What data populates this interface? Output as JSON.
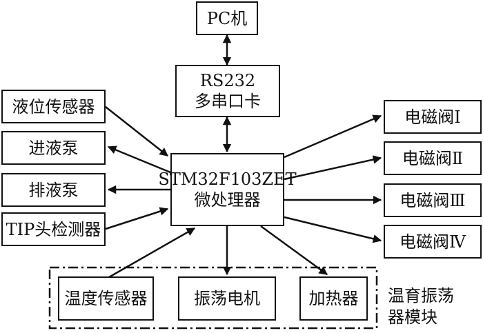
{
  "nodes": {
    "pc": "PC机",
    "rs232": [
      "RS232",
      "多串口卡"
    ],
    "mcu": [
      "STM32F103ZET",
      "微处理器"
    ],
    "level_sensor": "液位传感器",
    "inlet_pump": "进液泵",
    "drain_pump": "排液泵",
    "tip_detector": "TIP头检测器",
    "valve1": "电磁阀Ⅰ",
    "valve2": "电磁阀Ⅱ",
    "valve3": "电磁阀Ⅲ",
    "valve4": "电磁阀Ⅳ",
    "temp_sensor": "温度传感器",
    "motor": "振荡电机",
    "heater": "加热器"
  },
  "module_label": [
    "温育振荡",
    "器模块"
  ],
  "edges": [
    {
      "from": "pc",
      "to": "rs232",
      "direction": "both"
    },
    {
      "from": "rs232",
      "to": "mcu",
      "direction": "both"
    },
    {
      "from": "level_sensor",
      "to": "mcu"
    },
    {
      "from": "mcu",
      "to": "inlet_pump"
    },
    {
      "from": "mcu",
      "to": "drain_pump"
    },
    {
      "from": "tip_detector",
      "to": "mcu"
    },
    {
      "from": "mcu",
      "to": "valve1"
    },
    {
      "from": "mcu",
      "to": "valve2"
    },
    {
      "from": "mcu",
      "to": "valve3"
    },
    {
      "from": "mcu",
      "to": "valve4"
    },
    {
      "from": "temp_sensor",
      "to": "mcu"
    },
    {
      "from": "mcu",
      "to": "motor"
    },
    {
      "from": "mcu",
      "to": "heater"
    }
  ]
}
